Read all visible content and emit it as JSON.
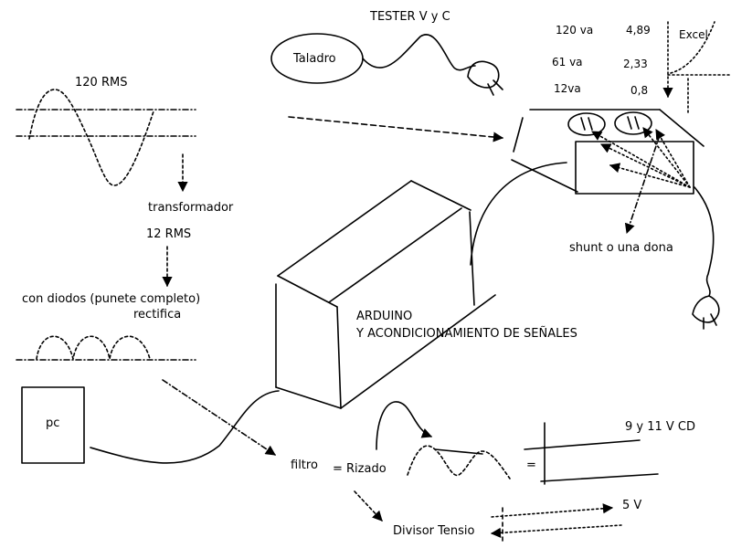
{
  "labels": {
    "tester": "TESTER V y C",
    "taladro": "Taladro",
    "rms_120": "120 RMS",
    "transformador": "transformador",
    "rms_12": "12 RMS",
    "diodos": "con diodos (punete completo)",
    "rectifica": "rectifica",
    "pc": "pc",
    "arduino": "ARDUINO",
    "acondicionamiento": "Y ACONDICIONAMIENTO DE SEÑALES",
    "filtro": "filtro",
    "rizado": "= Rizado",
    "equals": "=",
    "cd": "9 y 11 V CD",
    "v5": "5 V",
    "divisor": "Divisor Tensio",
    "shunt": "shunt o una dona",
    "excel": "Excel"
  },
  "table": {
    "rows": [
      {
        "va": "120  va",
        "value": "4,89"
      },
      {
        "va": "61 va",
        "value": "2,33"
      },
      {
        "va": "12va",
        "value": "0,8"
      }
    ]
  },
  "colors": {
    "ink": "#000000",
    "background": "#ffffff"
  }
}
